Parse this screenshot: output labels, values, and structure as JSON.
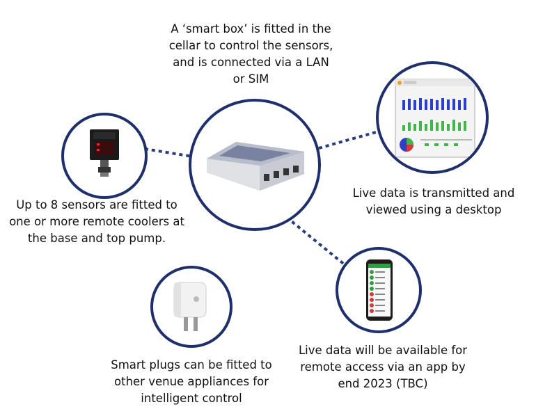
{
  "captions": {
    "smart_box": "A ‘smart box’ is fitted in the cellar to control the sensors, and is connected via a LAN or SIM",
    "sensors": "Up to 8 sensors are fitted to one or more remote coolers at the base and top pump.",
    "desktop": "Live data is transmitted and viewed using a desktop",
    "app": "Live data will be available for remote access via an app by end 2023 (TBC)",
    "plugs": "Smart plugs can be fitted to other venue appliances for intelligent control"
  },
  "colors": {
    "circle_border": "#1f2f6b",
    "connector": "#2a3d7a",
    "bar_blue": "#2d3fc9",
    "bar_green": "#3fb54a"
  }
}
